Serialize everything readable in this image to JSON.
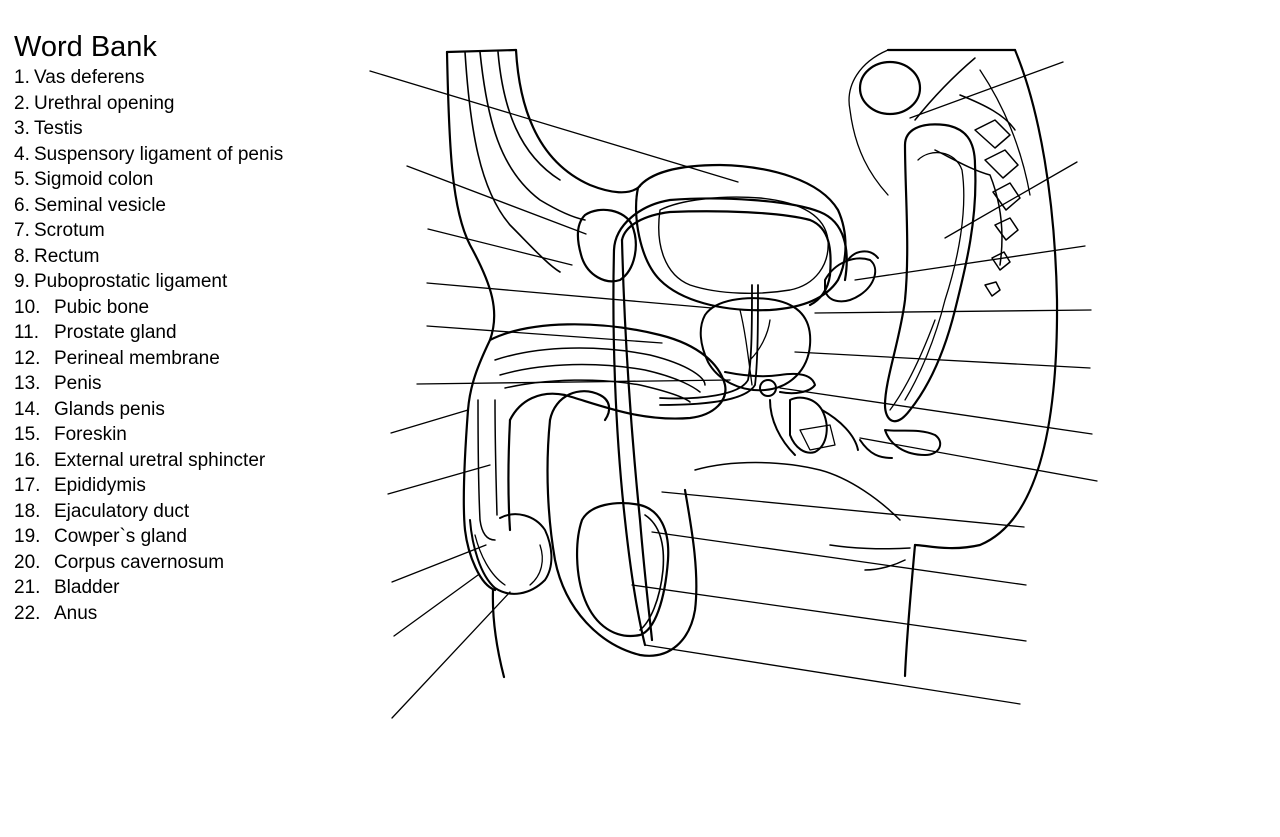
{
  "word_bank": {
    "title": "Word Bank",
    "terms": [
      {
        "number": "1.",
        "label": "Vas deferens"
      },
      {
        "number": "2.",
        "label": "Urethral opening"
      },
      {
        "number": "3.",
        "label": "Testis"
      },
      {
        "number": "4.",
        "label": "Suspensory ligament of penis"
      },
      {
        "number": "5.",
        "label": "Sigmoid colon"
      },
      {
        "number": "6.",
        "label": "Seminal vesicle"
      },
      {
        "number": "7.",
        "label": "Scrotum"
      },
      {
        "number": "8.",
        "label": "Rectum"
      },
      {
        "number": "9.",
        "label": "Puboprostatic ligament"
      },
      {
        "number": "10.",
        "label": "Pubic bone"
      },
      {
        "number": "11.",
        "label": "Prostate gland"
      },
      {
        "number": "12.",
        "label": "Perineal membrane"
      },
      {
        "number": "13.",
        "label": "Penis"
      },
      {
        "number": "14.",
        "label": "Glands penis"
      },
      {
        "number": "15.",
        "label": "Foreskin"
      },
      {
        "number": "16.",
        "label": "External uretral sphincter"
      },
      {
        "number": "17.",
        "label": "Epididymis"
      },
      {
        "number": "18.",
        "label": "Ejaculatory duct"
      },
      {
        "number": "19.",
        "label": "Cowper`s gland"
      },
      {
        "number": "20.",
        "label": "Corpus cavernosum"
      },
      {
        "number": "21.",
        "label": "Bladder"
      },
      {
        "number": "22.",
        "label": "Anus"
      }
    ]
  },
  "diagram": {
    "subject": "male reproductive system sagittal section",
    "stroke_color": "#000000",
    "background_color": "#ffffff",
    "blank_label_count": 22
  }
}
